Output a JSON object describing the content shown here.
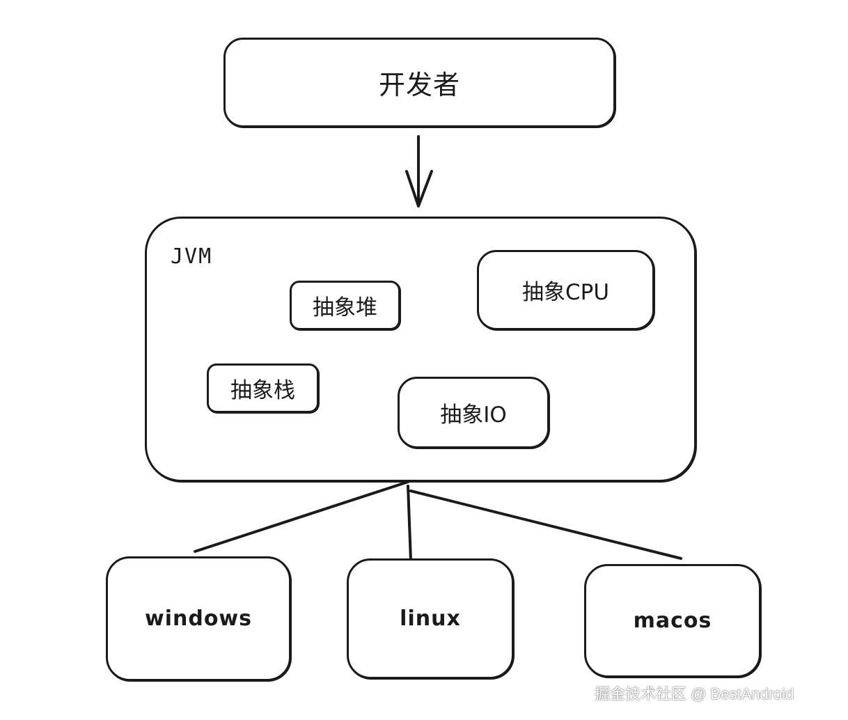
{
  "diagram": {
    "nodes": {
      "developer": "开发者",
      "jvm": "JVM",
      "abstract_heap": "抽象堆",
      "abstract_cpu": "抽象CPU",
      "abstract_stack": "抽象栈",
      "abstract_io": "抽象IO",
      "windows": "windows",
      "linux": "linux",
      "macos": "macos"
    },
    "edges": [
      {
        "from": "开发者",
        "to": "JVM",
        "style": "arrow"
      },
      {
        "from": "JVM",
        "to": "windows",
        "style": "line"
      },
      {
        "from": "JVM",
        "to": "linux",
        "style": "line"
      },
      {
        "from": "JVM",
        "to": "macos",
        "style": "line"
      }
    ]
  },
  "watermark": "掘金技术社区 @ BestAndroid",
  "colors": {
    "stroke": "#1a1a1a",
    "background": "#ffffff"
  }
}
